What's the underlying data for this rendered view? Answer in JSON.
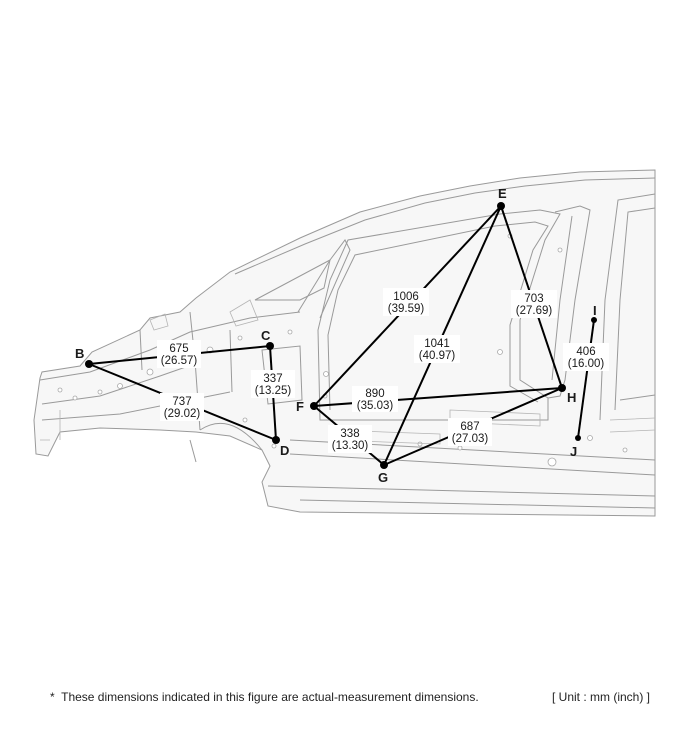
{
  "points": {
    "B": "B",
    "C": "C",
    "D": "D",
    "E": "E",
    "F": "F",
    "G": "G",
    "H": "H",
    "I": "I",
    "J": "J"
  },
  "dimensions": {
    "BC": {
      "mm": "675",
      "inch": "(26.57)"
    },
    "BD": {
      "mm": "737",
      "inch": "(29.02)"
    },
    "CD": {
      "mm": "337",
      "inch": "(13.25)"
    },
    "EF": {
      "mm": "1006",
      "inch": "(39.59)"
    },
    "EG": {
      "mm": "1041",
      "inch": "(40.97)"
    },
    "EH": {
      "mm": "703",
      "inch": "(27.69)"
    },
    "FH": {
      "mm": "890",
      "inch": "(35.03)"
    },
    "FG": {
      "mm": "338",
      "inch": "(13.30)"
    },
    "GH": {
      "mm": "687",
      "inch": "(27.03)"
    },
    "IJ": {
      "mm": "406",
      "inch": "(16.00)"
    }
  },
  "footnote": "*  These dimensions indicated in this figure are actual-measurement dimensions.",
  "unit_label": "[ Unit : mm (inch) ]"
}
